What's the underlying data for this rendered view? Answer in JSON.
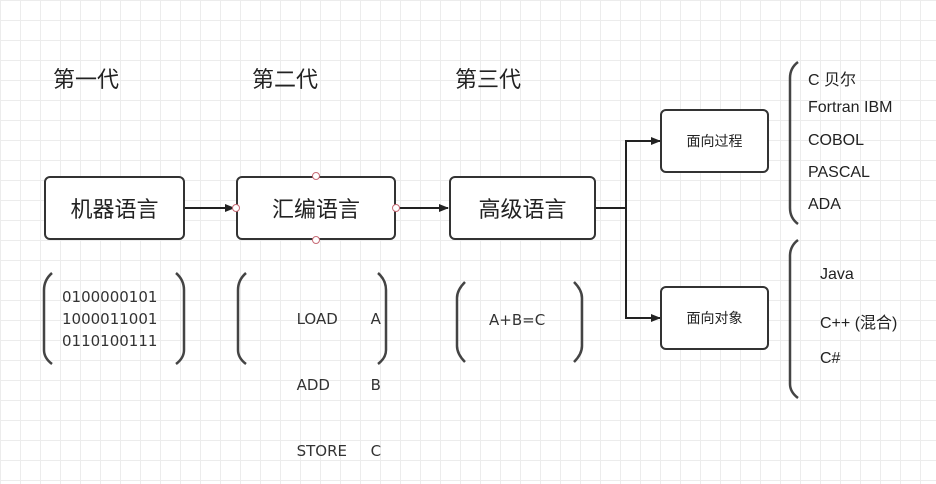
{
  "generations": [
    "第一代",
    "第二代",
    "第三代"
  ],
  "boxes": {
    "machine": "机器语言",
    "assembly": "汇编语言",
    "high_level": "高级语言",
    "procedural": "面向过程",
    "object_oriented": "面向对象"
  },
  "machine_code": [
    "0100000101",
    "1000011001",
    "0110100111"
  ],
  "assembly_code": [
    {
      "op": "LOAD",
      "arg": "A"
    },
    {
      "op": "ADD",
      "arg": "B"
    },
    {
      "op": "STORE",
      "arg": "C"
    }
  ],
  "high_level_code": "A+B=C",
  "procedural_langs": [
    "C  贝尔",
    "Fortran IBM",
    "COBOL",
    "PASCAL",
    "ADA"
  ],
  "oo_langs": [
    "Java",
    "C++ (混合)",
    "C#"
  ],
  "colors": {
    "line": "#333333",
    "handle": "#c76b76",
    "grid": "#ececec"
  }
}
